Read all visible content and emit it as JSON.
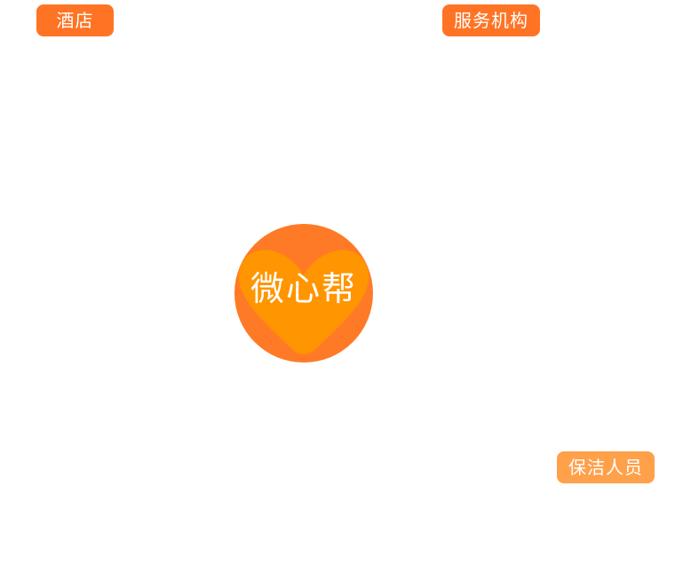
{
  "center": {
    "label": "微心帮",
    "circle_color": "#FF7A26",
    "heart_color": "#FF9500"
  },
  "nodes": {
    "hotel": {
      "label": "酒店",
      "color": "#FF7424"
    },
    "agency": {
      "label": "服务机构",
      "color": "#FF7424"
    },
    "cleaner": {
      "label": "保洁人员",
      "color": "#FFA04A"
    }
  },
  "icons": {
    "hub": "heart-icon"
  }
}
